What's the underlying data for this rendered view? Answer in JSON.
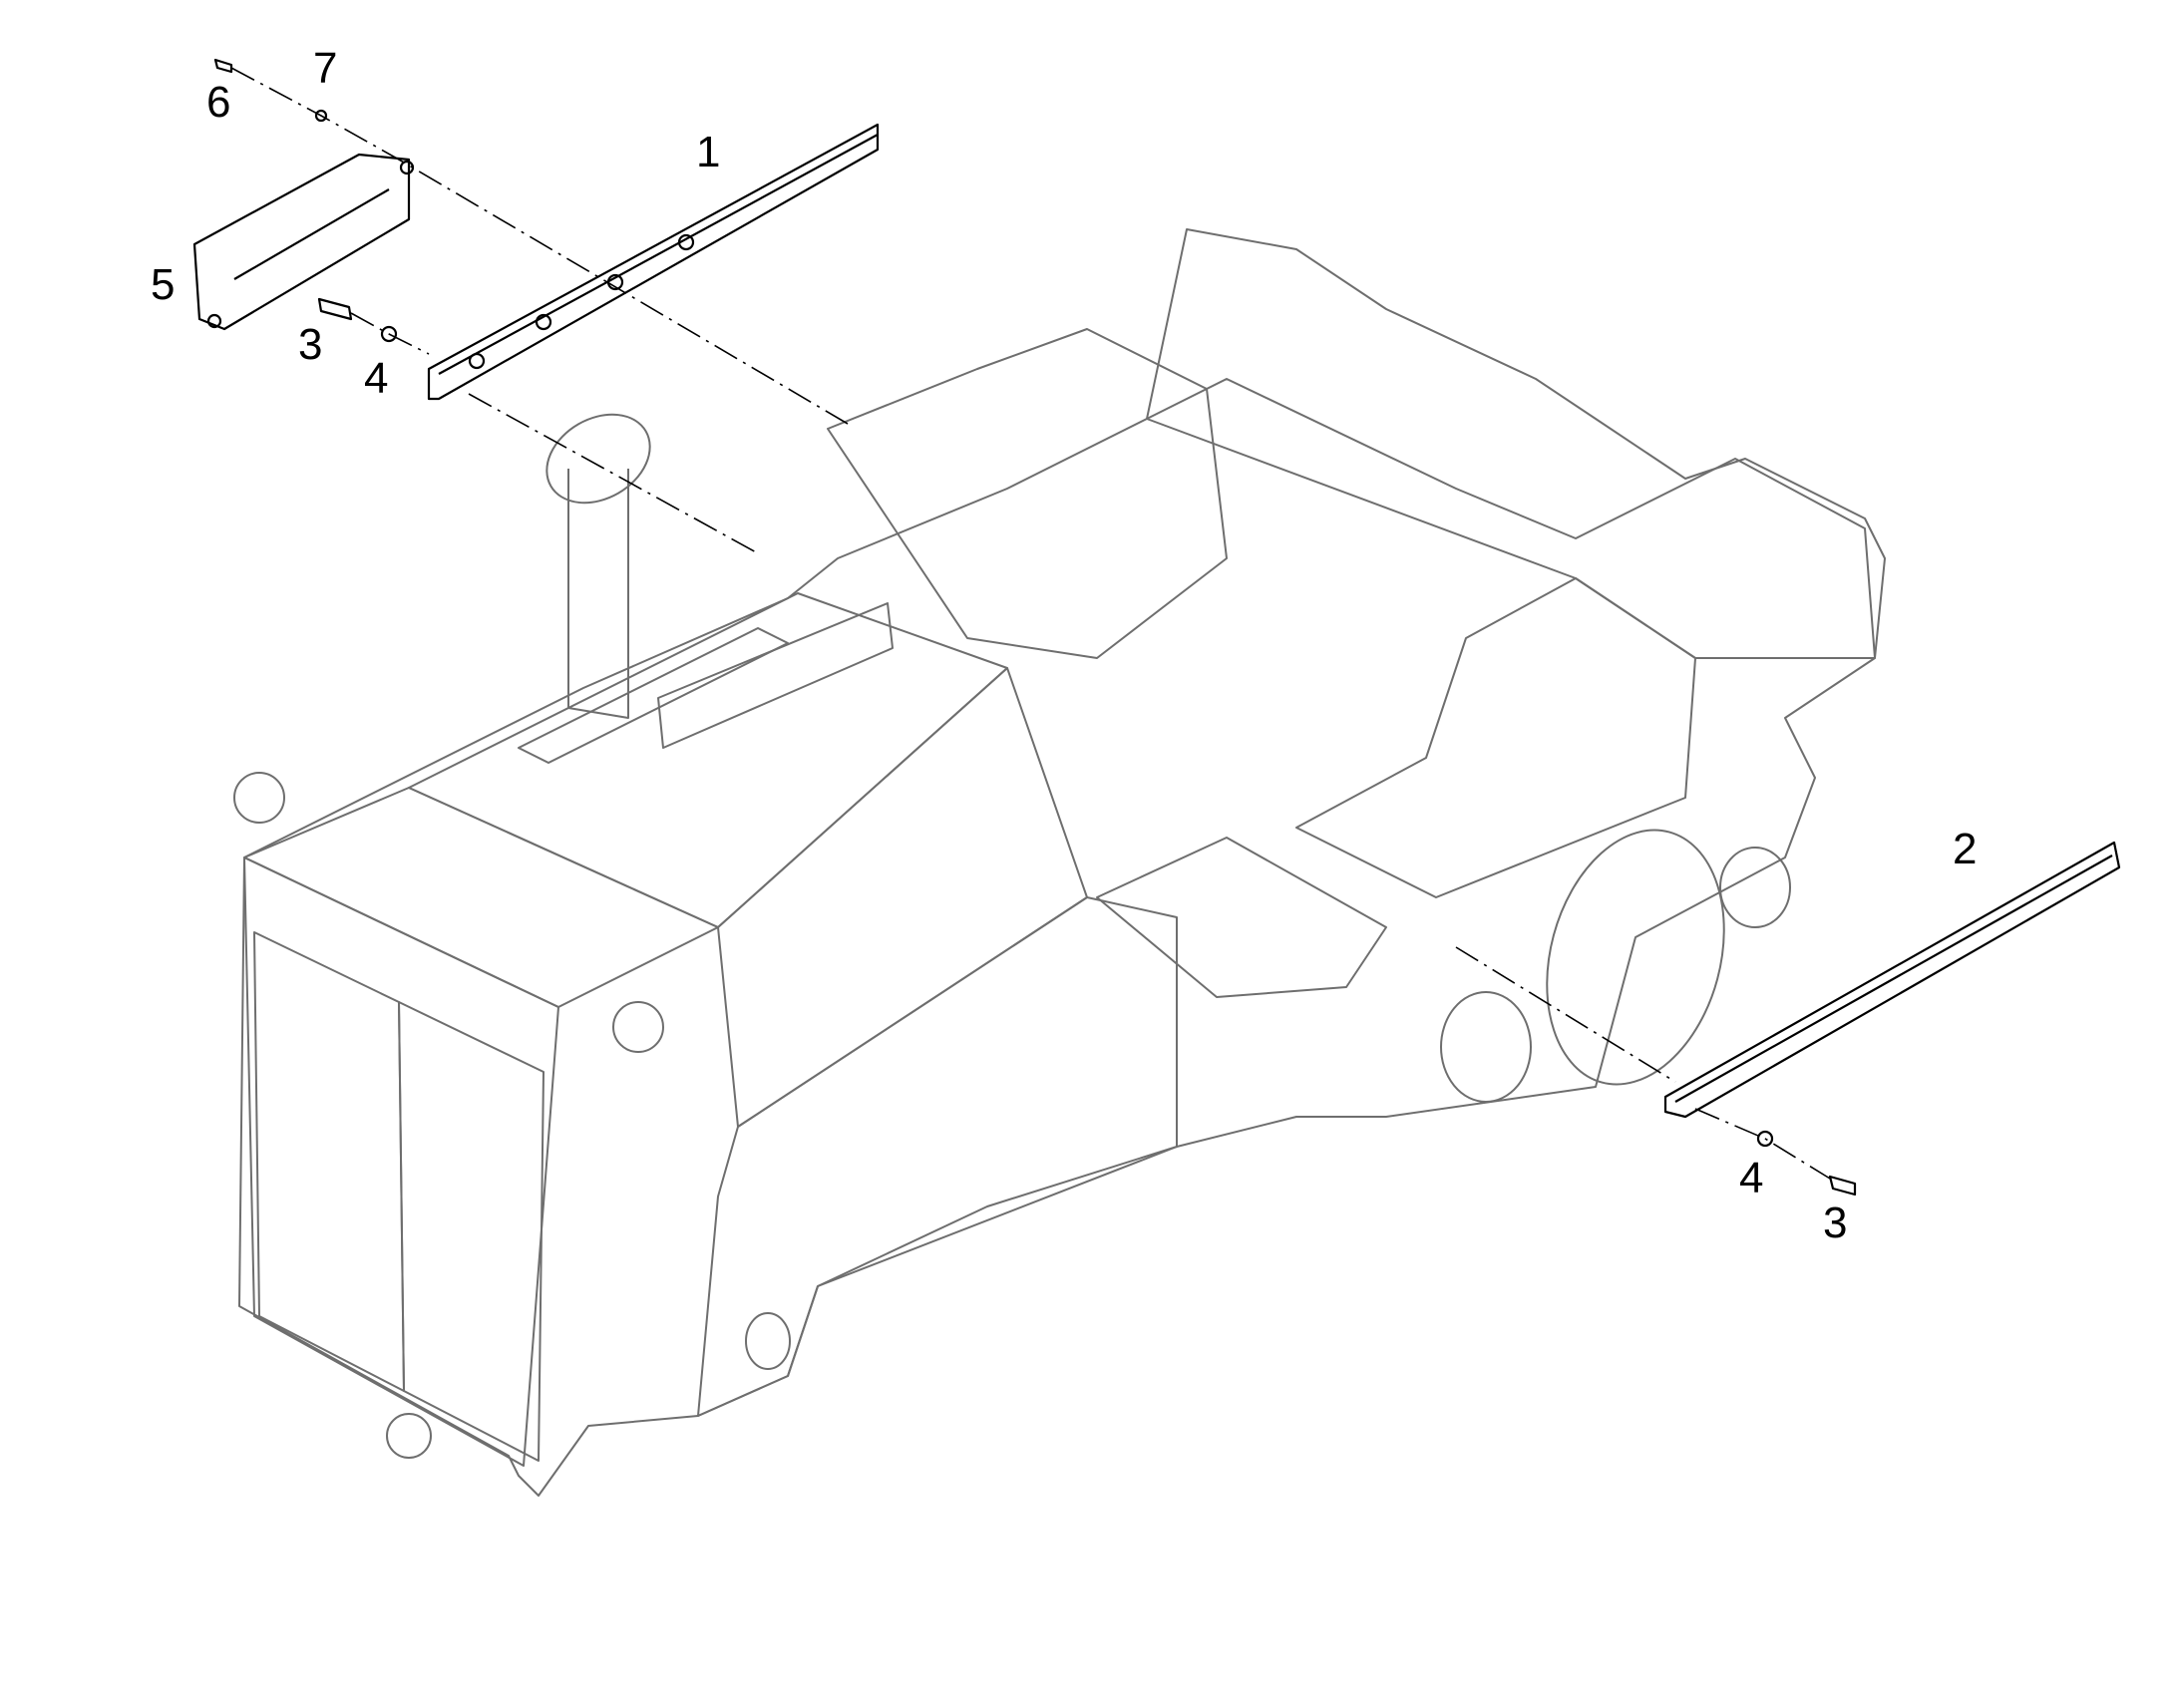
{
  "callouts": {
    "part_1": "1",
    "part_2": "2",
    "part_3_left": "3",
    "part_3_right": "3",
    "part_4_left": "4",
    "part_4_right": "4",
    "part_5": "5",
    "part_6": "6",
    "part_7": "7"
  },
  "colors": {
    "outline": "#444444",
    "light_outline": "#8c8c8c",
    "label": "#000000"
  },
  "parts": [
    {
      "callout": "1",
      "name": "cover-strip-left"
    },
    {
      "callout": "2",
      "name": "cover-strip-right"
    },
    {
      "callout": "3",
      "name": "screw"
    },
    {
      "callout": "4",
      "name": "washer"
    },
    {
      "callout": "5",
      "name": "bracket"
    },
    {
      "callout": "6",
      "name": "screw-small"
    },
    {
      "callout": "7",
      "name": "washer-small"
    }
  ]
}
